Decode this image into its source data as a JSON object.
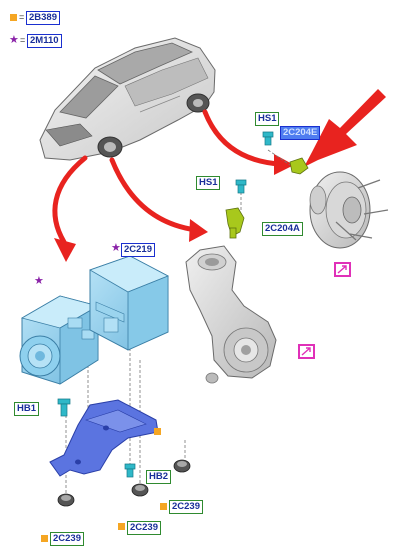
{
  "legend": {
    "square_equals": "=",
    "square_code": "2B389",
    "star_equals": "=",
    "star_code": "2M110"
  },
  "labels": {
    "hs1_top": "HS1",
    "code_2c204e": "2C204E",
    "hs1_mid": "HS1",
    "code_2c204a": "2C204A",
    "code_2c219": "2C219",
    "hb1": "HB1",
    "hb2": "HB2",
    "code_2c239_right": "2C239",
    "code_2c239_mid": "2C239",
    "code_2c239_left": "2C239"
  },
  "colors": {
    "arrow_red": "#e8231f",
    "part_blue": "#8fd0ee",
    "bracket_blue": "#4a64d8",
    "pink_frame": "#e030b8",
    "fastener_teal": "#2fb8c8",
    "sensor_green": "#a8c81c",
    "legend_square": "#f5a623",
    "legend_star": "#8a22a8"
  }
}
